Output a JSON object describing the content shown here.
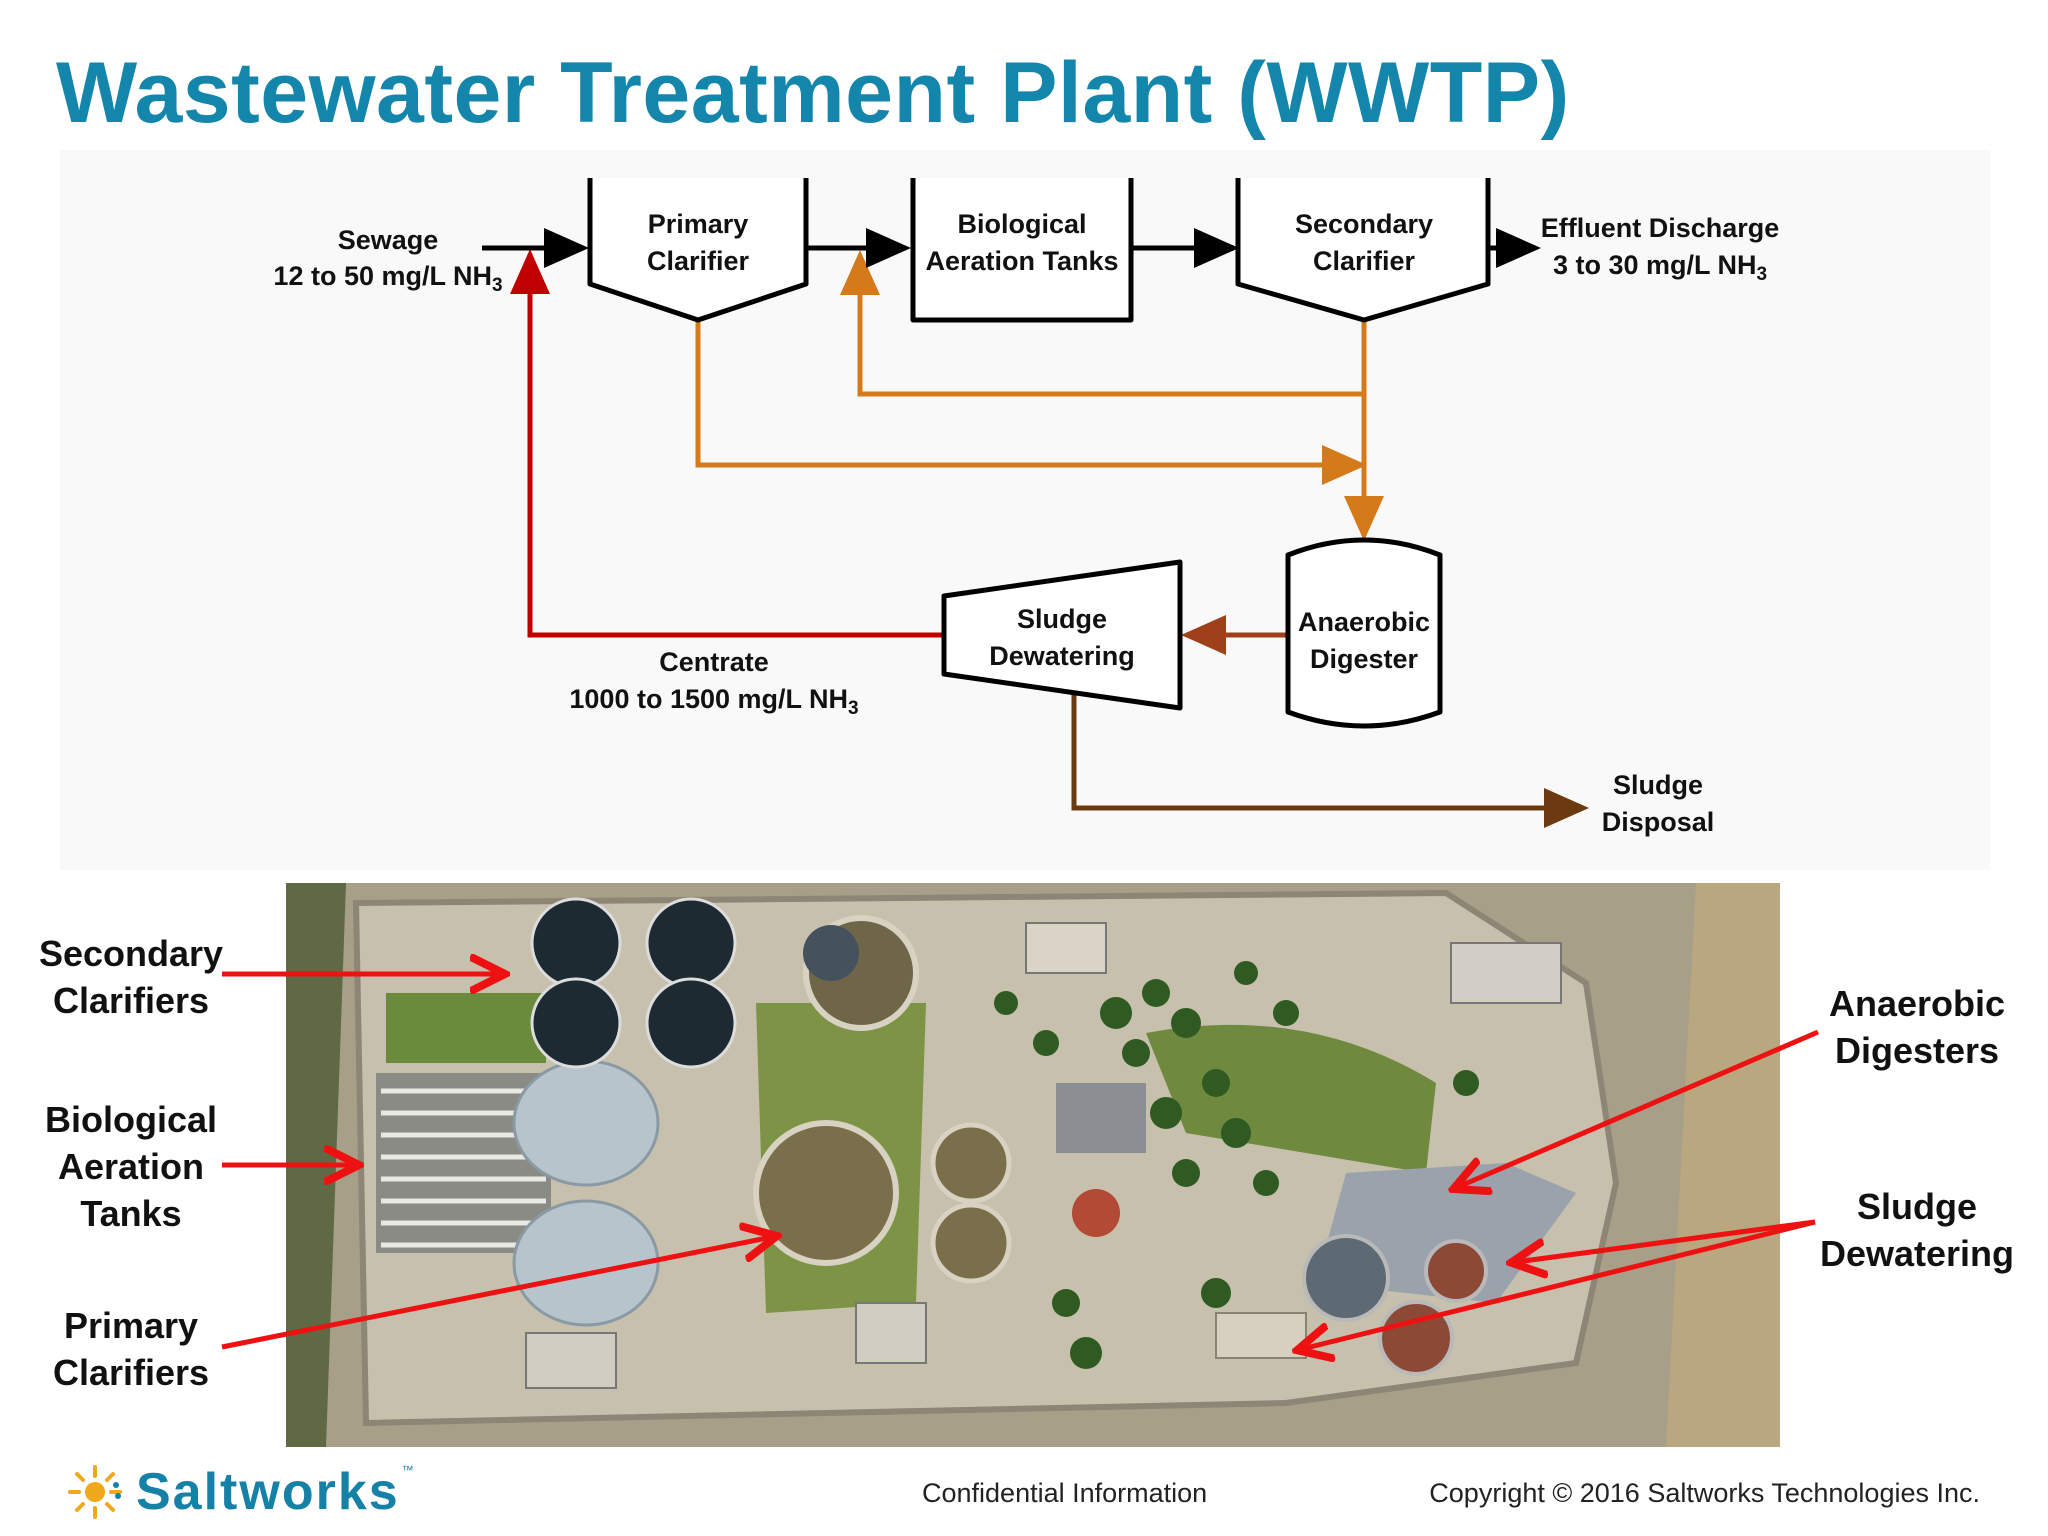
{
  "title": "Wastewater Treatment Plant (WWTP)",
  "flow": {
    "sewage_label": "Sewage",
    "sewage_conc": "12 to 50 mg/L NH",
    "primary_clarifier": [
      "Primary",
      "Clarifier"
    ],
    "aeration_tanks": [
      "Biological",
      "Aeration Tanks"
    ],
    "secondary_clarifier": [
      "Secondary",
      "Clarifier"
    ],
    "effluent_label": "Effluent Discharge",
    "effluent_conc": "3 to 30 mg/L NH",
    "digester": [
      "Anaerobic",
      "Digester"
    ],
    "dewatering": [
      "Sludge",
      "Dewatering"
    ],
    "centrate_label": "Centrate",
    "centrate_conc": "1000 to 1500 mg/L NH",
    "subscript": "3",
    "disposal": [
      "Sludge",
      "Disposal"
    ]
  },
  "colors": {
    "title": "#1486ab",
    "recycle_red": "#c00000",
    "sludge_orange": "#d47a1a",
    "digester_brown": "#a0401a",
    "disposal_brown": "#6b3a10",
    "callout_arrow": "#ee1111"
  },
  "callouts": {
    "secondary_clarifiers": "Secondary\nClarifiers",
    "aeration_tanks": "Biological\nAeration\nTanks",
    "primary_clarifiers": "Primary\nClarifiers",
    "anaerobic_digesters": "Anaerobic\nDigesters",
    "sludge_dewatering": "Sludge\nDewatering"
  },
  "footer": {
    "logo": "Saltworks",
    "tm": "™",
    "confidential": "Confidential Information",
    "copyright": "Copyright © 2016 Saltworks Technologies Inc."
  }
}
